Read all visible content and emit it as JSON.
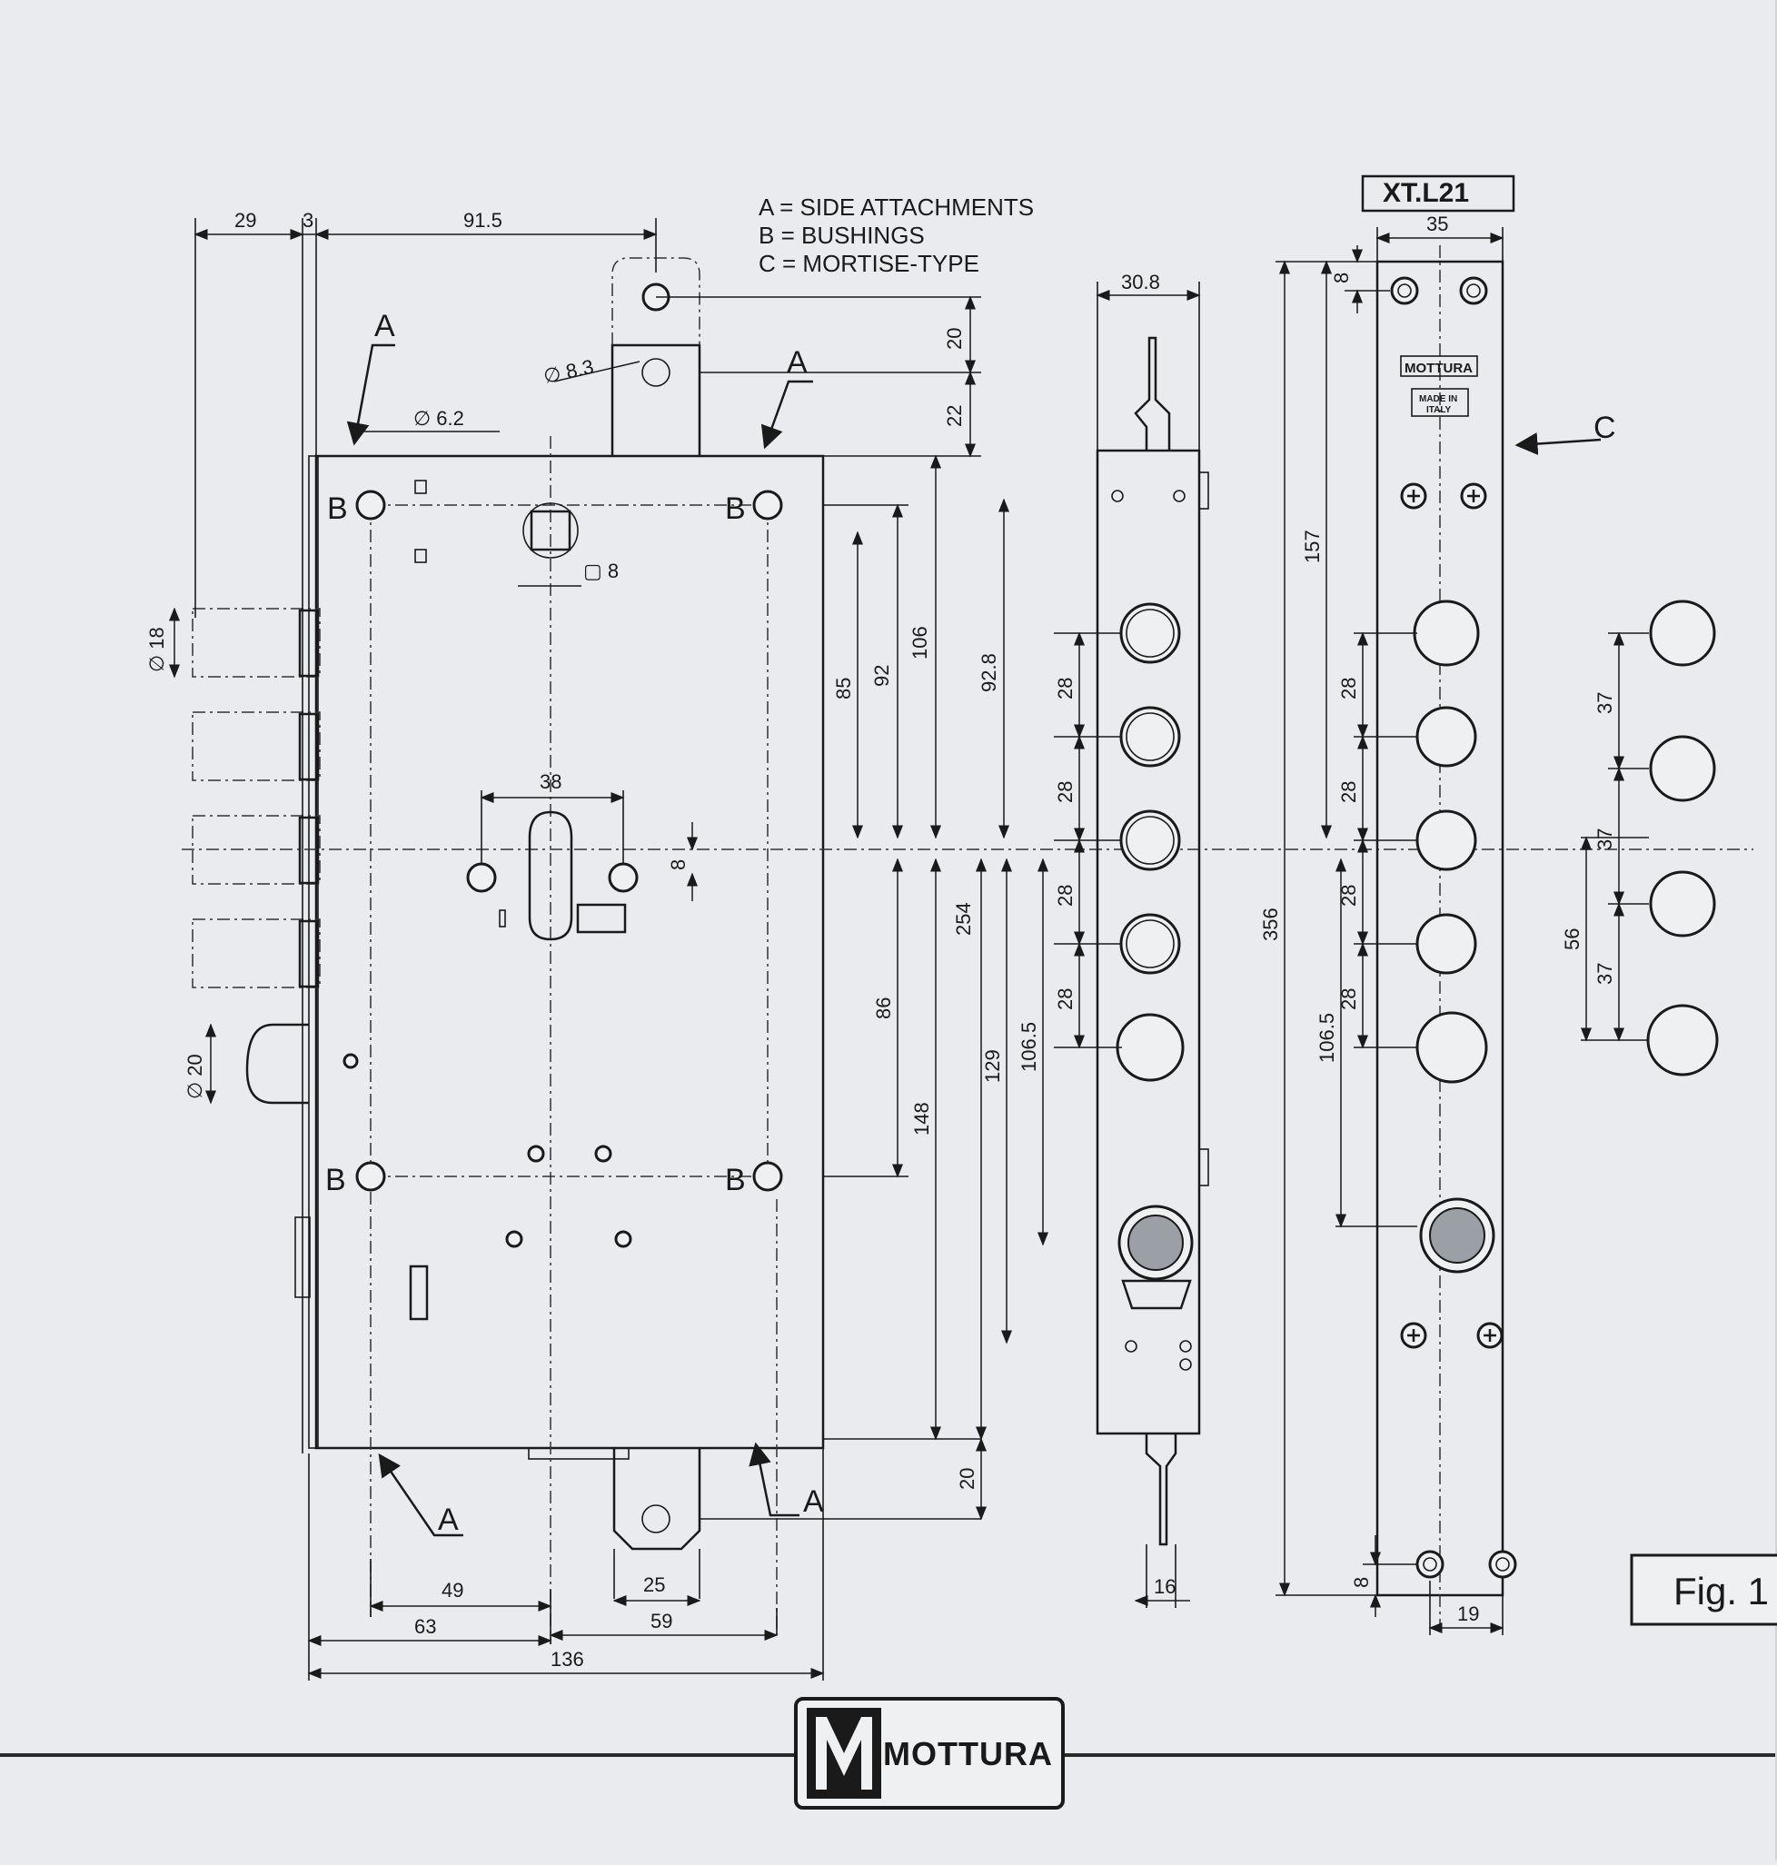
{
  "legend": [
    "A = SIDE ATTACHMENTS",
    "B = BUSHINGS",
    "C = MORTISE-TYPE"
  ],
  "model_label": "XT.L21",
  "figure_label": "Fig. 1",
  "brand_name": "MOTTURA",
  "plate_labels": {
    "brand": "MOTTURA",
    "made_in": "MADE IN",
    "country": "ITALY"
  },
  "markers": {
    "A": "A",
    "B": "B",
    "C": "C"
  },
  "icons": [
    "mottura-logo-icon",
    "screw-cross-icon",
    "arrow-icon"
  ],
  "dimensions": {
    "top_29": "29",
    "top_3": "3",
    "top_91_5": "91.5",
    "dia_8_3": "∅ 8.3",
    "dia_6_2": "∅ 6.2",
    "sq_8": "▢ 8",
    "dia_18": "∅ 18",
    "dia_20": "∅ 20",
    "v20_top": "20",
    "v22": "22",
    "v85": "85",
    "v92": "92",
    "v106": "106",
    "v92_8": "92.8",
    "v254": "254",
    "v86": "86",
    "v148": "148",
    "v129": "129",
    "v106_5_mid": "106.5",
    "v20_bot": "20",
    "c38": "38",
    "c8": "8",
    "b49": "49",
    "b63": "63",
    "b25": "25",
    "b59": "59",
    "b136": "136",
    "s30_8": "30.8",
    "s28_1": "28",
    "s28_2": "28",
    "s28_3": "28",
    "s28_4": "28",
    "s16": "16",
    "p35": "35",
    "p8_top": "8",
    "p157": "157",
    "p356": "356",
    "p28_1": "28",
    "p28_2": "28",
    "p28_3": "28",
    "p28_4": "28",
    "p106_5": "106.5",
    "p8_bot": "8",
    "p19": "19",
    "r37_1": "37",
    "r37_2": "37",
    "r37_3": "37",
    "r56": "56"
  }
}
